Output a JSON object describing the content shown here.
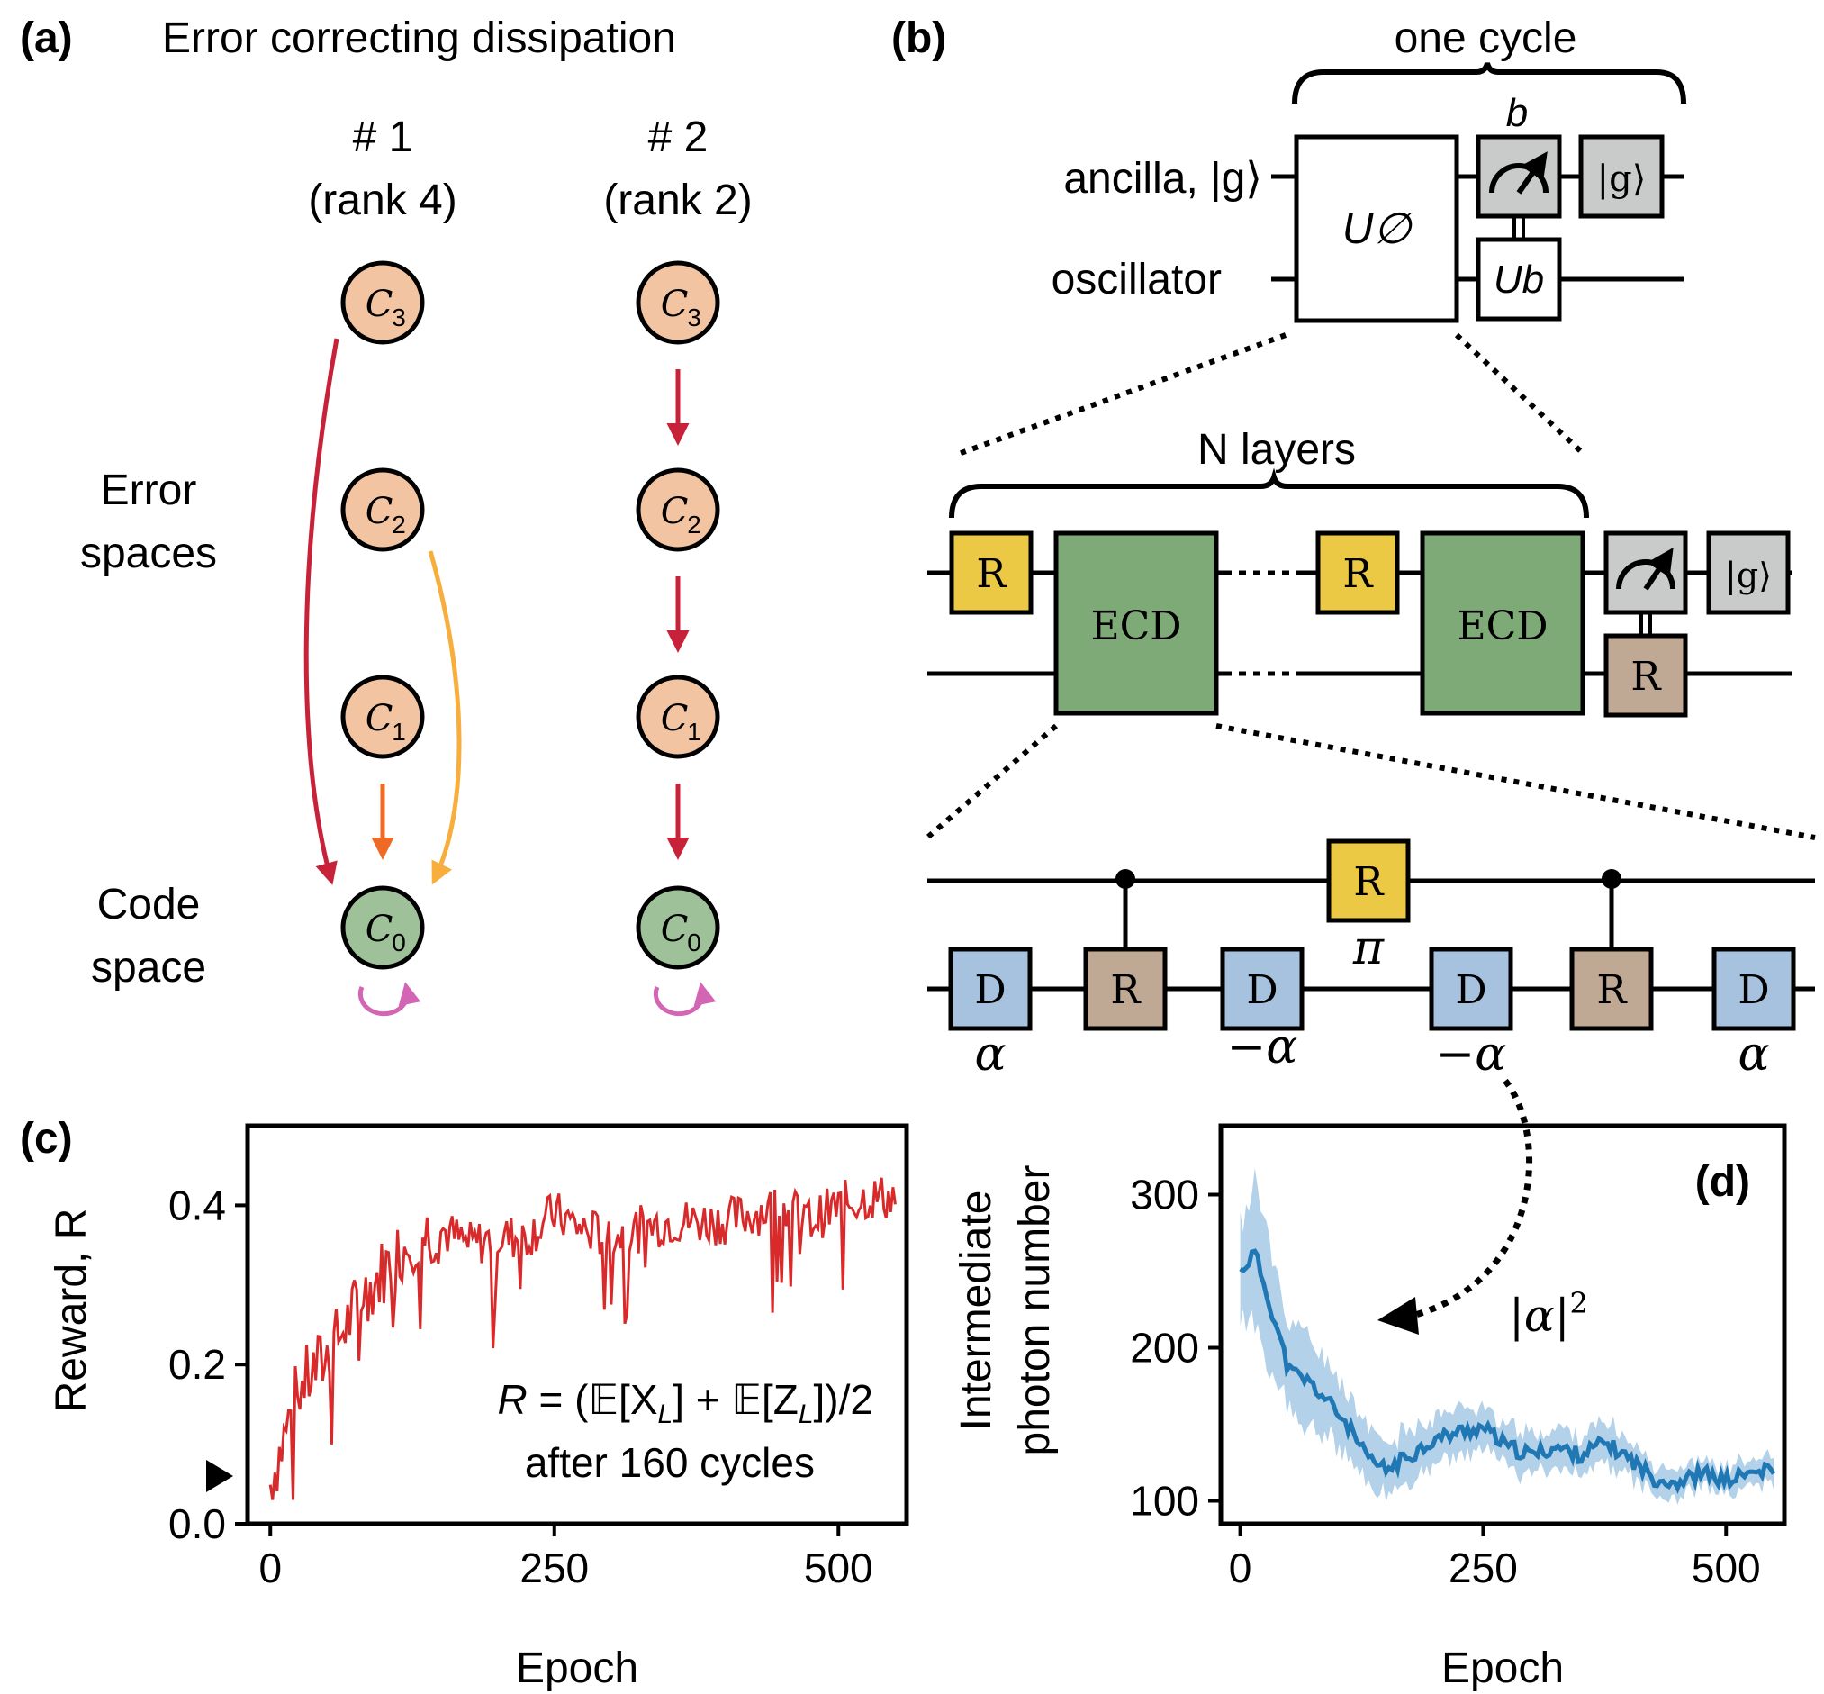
{
  "panel_a": {
    "label": "(a)",
    "title": "Error correcting dissipation",
    "col1_title": "# 1",
    "col1_sub": "(rank 4)",
    "col2_title": "# 2",
    "col2_sub": "(rank 2)",
    "error_label_1": "Error",
    "error_label_2": "spaces",
    "code_label_1": "Code",
    "code_label_2": "space",
    "node_letter": "C",
    "nodes": [
      "3",
      "2",
      "1",
      "0"
    ],
    "colors": {
      "error_node": "#f2c4a2",
      "code_node": "#9fc19a",
      "red_arrow": "#c8223a",
      "orange_arrow": "#ef6b25",
      "yellow_arrow": "#f7ae3c",
      "self_loop": "#d365b4"
    }
  },
  "panel_b": {
    "label": "(b)",
    "one_cycle": "one cycle",
    "b_label": "b",
    "ancilla": "ancilla, |g⟩",
    "oscillator": "oscillator",
    "u_null": "U∅",
    "u_b": "Ub",
    "ket_g": "|g⟩",
    "n_layers": "N layers",
    "gate_r": "R",
    "gate_ecd": "ECD",
    "gate_d": "D",
    "alpha": "α",
    "minus_alpha": "−α",
    "pi": "π",
    "colors": {
      "r_gate": "#ecc944",
      "ecd_gate": "#7eaa77",
      "d_gate": "#a6c2df",
      "cond_r_gate": "#bfa894",
      "measure_gate": "#c9cbcb"
    }
  },
  "panel_c": {
    "label": "(c)",
    "ylabel": "Reward, R",
    "xlabel": "Epoch",
    "formula": "R = (𝔼[X_L] + 𝔼[Z_L])/2",
    "formula_parts": [
      "R",
      " = (𝔼[X",
      "L",
      "] + 𝔼[Z",
      "L",
      "])/2"
    ],
    "subtitle": "after 160 cycles",
    "line_color": "#d82a2a"
  },
  "panel_d": {
    "label": "(d)",
    "ylabel_1": "Intermediate",
    "ylabel_2": "photon number",
    "xlabel": "Epoch",
    "annotation": "|α|",
    "annotation_exp": "2",
    "mean_color": "#1f77b4",
    "band_color": "#b3d1e8"
  },
  "chart_data": [
    {
      "type": "line",
      "panel": "(c)",
      "title": "",
      "xlabel": "Epoch",
      "ylabel": "Reward, R",
      "xlim": [
        -20,
        560
      ],
      "ylim": [
        0.0,
        0.5
      ],
      "xticks": [
        0,
        250,
        500
      ],
      "yticks": [
        0.0,
        0.2,
        0.4
      ],
      "baseline_marker_y": 0.06,
      "series": [
        {
          "x": [
            0,
            25,
            50,
            75,
            100,
            125,
            150,
            175,
            200,
            225,
            250,
            275,
            300,
            325,
            350,
            375,
            400,
            425,
            450,
            475,
            500,
            525,
            550
          ],
          "y": [
            0.05,
            0.17,
            0.21,
            0.27,
            0.32,
            0.36,
            0.37,
            0.35,
            0.36,
            0.36,
            0.39,
            0.37,
            0.36,
            0.37,
            0.38,
            0.38,
            0.38,
            0.39,
            0.4,
            0.38,
            0.4,
            0.41,
            0.41
          ]
        }
      ]
    },
    {
      "type": "line",
      "panel": "(d)",
      "title": "",
      "xlabel": "Epoch",
      "ylabel": "Intermediate photon number",
      "xlim": [
        -20,
        560
      ],
      "ylim": [
        85,
        345
      ],
      "xticks": [
        0,
        250,
        500
      ],
      "yticks": [
        100,
        200,
        300
      ],
      "series": [
        {
          "x": [
            0,
            15,
            30,
            50,
            70,
            90,
            110,
            130,
            150,
            175,
            200,
            225,
            250,
            275,
            300,
            325,
            350,
            375,
            400,
            425,
            450,
            475,
            500,
            525,
            550
          ],
          "y": [
            250,
            262,
            230,
            185,
            178,
            165,
            150,
            128,
            120,
            130,
            140,
            145,
            148,
            135,
            130,
            135,
            130,
            138,
            128,
            115,
            112,
            118,
            113,
            118,
            120
          ],
          "band": [
            30,
            45,
            40,
            30,
            28,
            25,
            22,
            20,
            18,
            16,
            15,
            15,
            15,
            14,
            13,
            13,
            13,
            13,
            12,
            10,
            9,
            9,
            9,
            9,
            9
          ]
        }
      ]
    }
  ]
}
